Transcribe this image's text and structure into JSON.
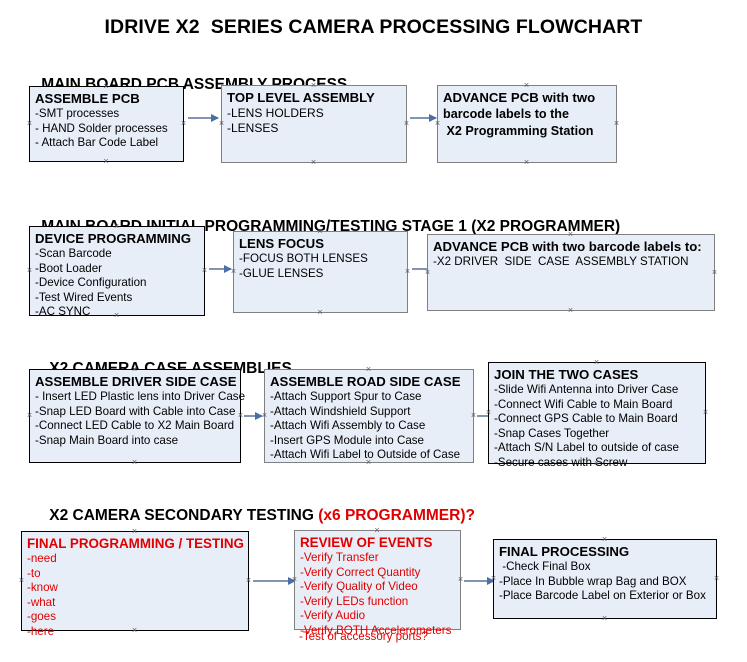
{
  "document": {
    "title": "IDRIVE X2  SERIES CAMERA PROCESSING FLOWCHART"
  },
  "colors": {
    "box_fill": "#e8eef7",
    "border_black": "#000000",
    "border_gray": "#808080",
    "arrow": "#4a6fa5",
    "red_text": "#e00000",
    "text": "#000000"
  },
  "sections": [
    {
      "id": "main-board-pcb-assembly",
      "heading": "MAIN BOARD PCB ASSEMBLY PROCESS",
      "heading_red_suffix": "",
      "boxes": [
        {
          "id": "assemble-pcb",
          "title": "ASSEMBLE PCB",
          "lines": [
            "-SMT processes",
            "- HAND Solder processes",
            "- Attach Bar Code Label"
          ]
        },
        {
          "id": "top-level-assembly",
          "title": "TOP LEVEL ASSEMBLY",
          "lines": [
            "-LENS HOLDERS",
            "-LENSES"
          ]
        },
        {
          "id": "advance-pcb-programming-station",
          "title": "ADVANCE PCB with two",
          "lines": [
            "barcode labels to the",
            " X2 Programming Station"
          ]
        }
      ]
    },
    {
      "id": "main-board-initial-programming",
      "heading": "MAIN BOARD INITIAL PROGRAMMING/TESTING STAGE 1 (X2 PROGRAMMER)",
      "heading_red_suffix": "",
      "boxes": [
        {
          "id": "device-programming",
          "title": "DEVICE PROGRAMMING",
          "lines": [
            "-Scan Barcode",
            "-Boot Loader",
            "-Device Configuration",
            "-Test Wired Events",
            "-AC SYNC"
          ]
        },
        {
          "id": "lens-focus",
          "title": "LENS FOCUS",
          "lines": [
            "-FOCUS BOTH LENSES",
            "-GLUE LENSES"
          ]
        },
        {
          "id": "advance-pcb-driver-side-station",
          "title": "ADVANCE PCB with two barcode labels to:",
          "lines": [
            "-X2 DRIVER  SIDE  CASE  ASSEMBLY STATION"
          ]
        }
      ]
    },
    {
      "id": "x2-camera-case-assemblies",
      "heading": "X2 CAMERA CASE ASSEMBLIES",
      "heading_red_suffix": "",
      "boxes": [
        {
          "id": "assemble-driver-side-case",
          "title": "ASSEMBLE DRIVER SIDE CASE",
          "lines": [
            "- Insert LED Plastic lens into Driver Case",
            "-Snap LED Board with Cable into Case",
            "-Connect LED Cable to X2 Main Board",
            "-Snap Main Board into case"
          ]
        },
        {
          "id": "assemble-road-side-case",
          "title": "ASSEMBLE ROAD SIDE CASE",
          "lines": [
            "-Attach Support Spur to Case",
            "-Attach Windshield Support",
            "-Attach Wifi Assembly to Case",
            "-Insert GPS Module into Case",
            "-Attach Wifi Label to Outside of Case"
          ]
        },
        {
          "id": "join-the-two-cases",
          "title": "JOIN THE TWO CASES",
          "lines": [
            "-Slide Wifi Antenna into Driver Case",
            "-Connect Wifi Cable to Main Board",
            "-Connect GPS Cable to Main Board",
            "-Snap Cases Together",
            "-Attach S/N Label to outside of case",
            "-Secure cases with Screw"
          ]
        }
      ]
    },
    {
      "id": "x2-camera-secondary-testing",
      "heading": "X2 CAMERA SECONDARY TESTING ",
      "heading_red_suffix": "(x6 PROGRAMMER)?",
      "boxes": [
        {
          "id": "final-programming-testing",
          "title": "FINAL PROGRAMMING / TESTING",
          "lines": [
            "-need",
            "-to",
            "-know",
            "-what",
            "-goes",
            "-here"
          ]
        },
        {
          "id": "review-of-events",
          "title": "REVIEW OF EVENTS",
          "lines": [
            "-Verify Transfer",
            "-Verify Correct Quantity",
            "-Verify Quality of Video",
            "-Verify LEDs function",
            "-Verify Audio",
            "-Verify BOTH Accelerometers"
          ],
          "overflow_line": "-Test of accessory ports?"
        },
        {
          "id": "final-processing",
          "title": "FINAL PROCESSING",
          "lines": [
            " -Check Final Box",
            "-Place In Bubble wrap Bag and BOX",
            "-Place Barcode Label on Exterior or Box"
          ]
        }
      ]
    }
  ]
}
